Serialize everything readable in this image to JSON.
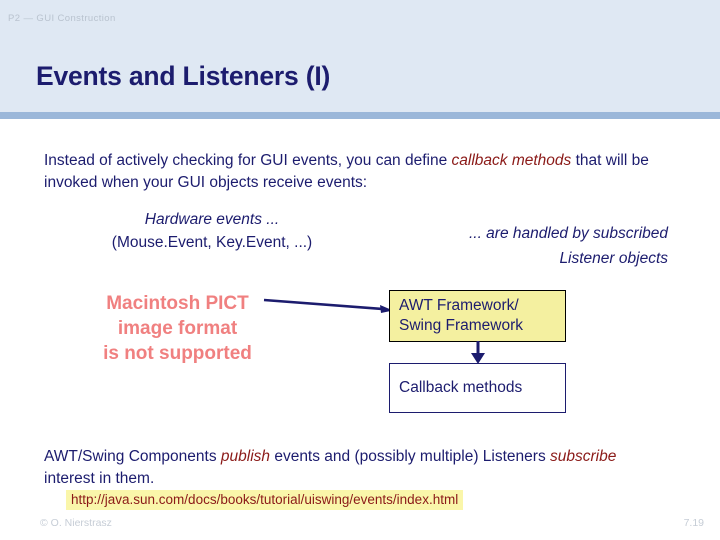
{
  "slide": {
    "kicker": "P2 — GUI Construction",
    "title": "Events and Listeners (I)",
    "page_number": "7.19",
    "copyright": "© O. Nierstrasz",
    "colors": {
      "header_band": "#dfe8f3",
      "header_rule": "#9bb7d9",
      "title_navy": "#1c1c6e",
      "emphasis_red": "#8b1a18",
      "missing_image_salmon": "#f08080",
      "box_yellow": "#f4f0a0",
      "url_highlight": "#faf6aa",
      "footer_gray": "#c6cdd6"
    }
  },
  "intro": {
    "part1": "Instead of actively checking for GUI events, you can define ",
    "emphasis1": "callback methods",
    "part2": " that will be invoked when your GUI objects receive events:"
  },
  "diagram": {
    "left_caption": {
      "line1_italic": "Hardware events ...",
      "line2": "(Mouse.Event, Key.Event, ...)"
    },
    "right_caption": {
      "line1": "... are handled by subscribed",
      "line2": "Listener objects"
    },
    "missing_image": {
      "line1": "Macintosh PICT",
      "line2": "image format",
      "line3": "is not supported"
    },
    "boxes": [
      {
        "id": "awt-swing-framework",
        "line1": "AWT Framework/",
        "line2": "Swing Framework",
        "fill": "#f4f0a0"
      },
      {
        "id": "callback-methods",
        "line1": "Callback methods",
        "fill": "#ffffff"
      }
    ],
    "arrows": [
      {
        "id": "events-to-framework",
        "direction": "right"
      },
      {
        "id": "framework-to-callbacks",
        "direction": "down"
      }
    ]
  },
  "closing": {
    "part1": "AWT/Swing Components ",
    "emphasis1": "publish",
    "part2": " events and (possibly multiple) Listeners ",
    "emphasis2": "subscribe",
    "part3": " interest in them."
  },
  "reference": {
    "url": "http://java.sun.com/docs/books/tutorial/uiswing/events/index.html"
  }
}
